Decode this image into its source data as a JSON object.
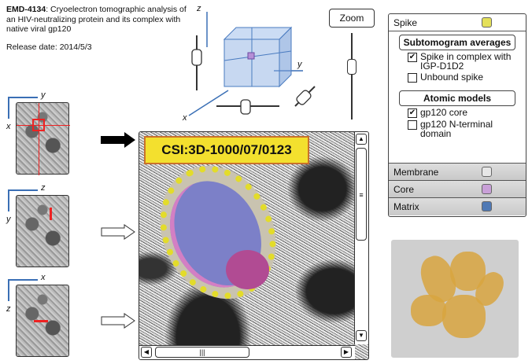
{
  "header": {
    "entry_id": "EMD-4134",
    "title": ": Cryoelectron tomographic analysis of an HIV-neutralizing protein and its complex with native viral gp120",
    "release": "Release date: 2014/5/3"
  },
  "cube_axes": {
    "z": "z",
    "y": "y",
    "x": "x"
  },
  "zoom_label": "Zoom",
  "thumbnails": [
    {
      "h": "y",
      "v": "x"
    },
    {
      "h": "z",
      "v": "y"
    },
    {
      "h": "x",
      "v": "z"
    }
  ],
  "viewer": {
    "label": "CSI:3D-1000/07/0123"
  },
  "panel": {
    "spike": {
      "label": "Spike",
      "color": "#e4e05a"
    },
    "sub_header": "Subtomogram averages",
    "sub_items": [
      {
        "label": "Spike in complex with IGP-D1D2",
        "checked": true
      },
      {
        "label": "Unbound spike",
        "checked": false
      }
    ],
    "atomic_header": "Atomic models",
    "atomic_items": [
      {
        "label": "gp120 core",
        "checked": true
      },
      {
        "label": "gp120 N-terminal domain",
        "checked": false
      }
    ],
    "layers": [
      {
        "label": "Membrane",
        "color": "#e6e6e6"
      },
      {
        "label": "Core",
        "color": "#c9a0d8"
      },
      {
        "label": "Matrix",
        "color": "#4f79b5"
      }
    ]
  }
}
